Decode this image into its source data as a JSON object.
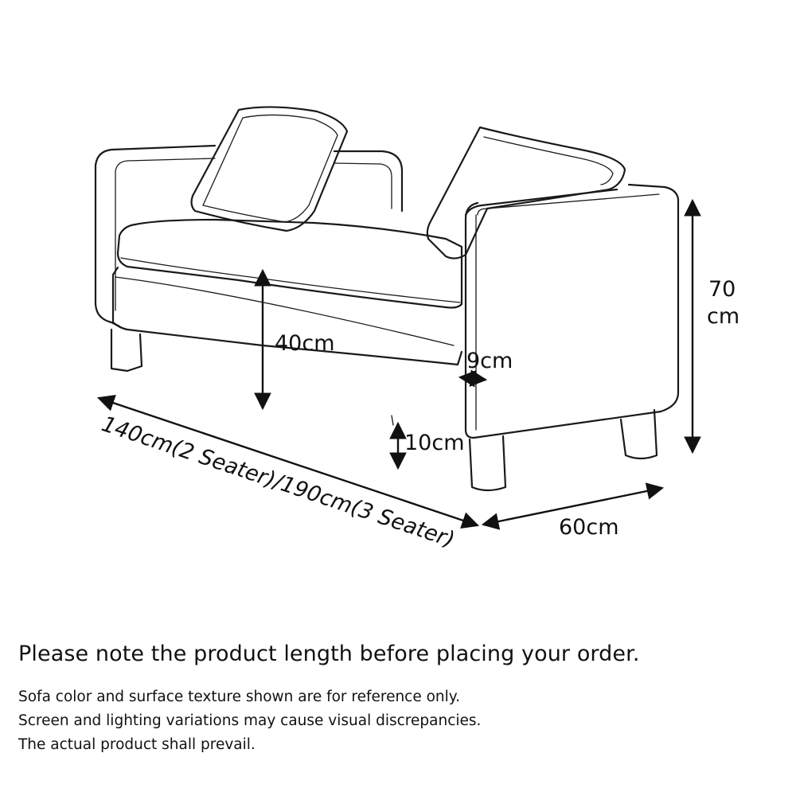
{
  "dimensions": {
    "overall_height": "70",
    "overall_height_unit": "cm",
    "seat_height": "40cm",
    "arm_width": "9cm",
    "leg_height": "10cm",
    "length": "140cm(2 Seater)/190cm(3 Seater)",
    "depth": "60cm"
  },
  "notes": {
    "headline": "Please note the product length before placing your order.",
    "lines": [
      "Sofa color and surface texture shown are for reference only.",
      "Screen and lighting variations may cause visual discrepancies.",
      "The actual product shall prevail."
    ]
  },
  "icons": [
    "sofa-illustration",
    "dimension-arrow"
  ],
  "colors": {
    "line": "#1a1a1a",
    "background": "#ffffff"
  }
}
